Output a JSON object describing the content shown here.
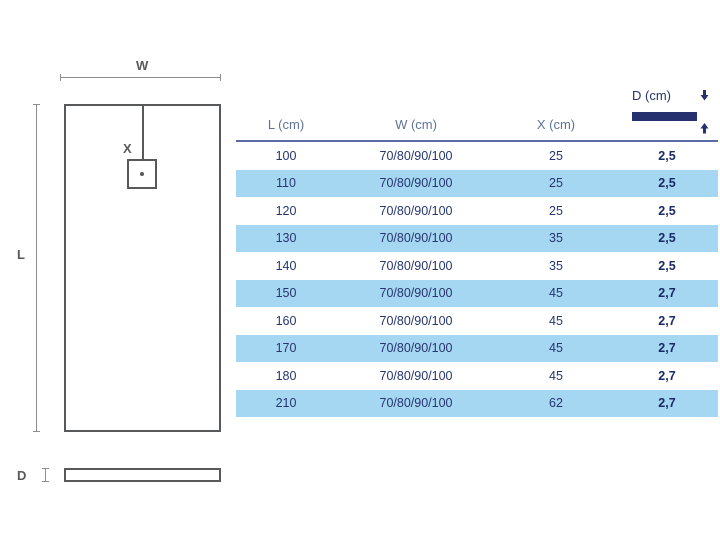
{
  "diagram": {
    "labels": {
      "width": "W",
      "length": "L",
      "depth": "D",
      "drain_offset": "X"
    },
    "icons": {
      "tray": "shower-tray-top-view",
      "profile": "shower-tray-side-profile",
      "drain": "drain-square"
    }
  },
  "table": {
    "headers": {
      "l": "L (cm)",
      "w": "W (cm)",
      "x": "X (cm)",
      "d": "D (cm)"
    },
    "rows": [
      {
        "l": "100",
        "w": "70/80/90/100",
        "x": "25",
        "d": "2,5"
      },
      {
        "l": "110",
        "w": "70/80/90/100",
        "x": "25",
        "d": "2,5"
      },
      {
        "l": "120",
        "w": "70/80/90/100",
        "x": "25",
        "d": "2,5"
      },
      {
        "l": "130",
        "w": "70/80/90/100",
        "x": "35",
        "d": "2,5"
      },
      {
        "l": "140",
        "w": "70/80/90/100",
        "x": "35",
        "d": "2,5"
      },
      {
        "l": "150",
        "w": "70/80/90/100",
        "x": "45",
        "d": "2,7"
      },
      {
        "l": "160",
        "w": "70/80/90/100",
        "x": "45",
        "d": "2,7"
      },
      {
        "l": "170",
        "w": "70/80/90/100",
        "x": "45",
        "d": "2,7"
      },
      {
        "l": "180",
        "w": "70/80/90/100",
        "x": "45",
        "d": "2,7"
      },
      {
        "l": "210",
        "w": "70/80/90/100",
        "x": "62",
        "d": "2,7"
      }
    ]
  },
  "colors": {
    "row_highlight": "#a6d7f2",
    "header_text": "#5f7398",
    "body_text": "#26356e",
    "accent_bar": "#25306e",
    "line": "#58595b",
    "dim_line": "#8b8d8f"
  }
}
